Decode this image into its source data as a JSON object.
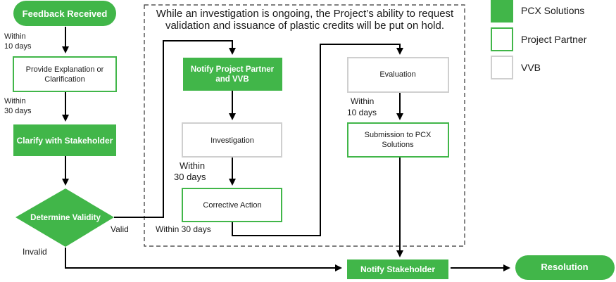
{
  "colors": {
    "pcx_fill": "#41b649",
    "partner_stroke": "#41b649",
    "vvb_stroke": "#cfcfcf",
    "arrow": "#000000",
    "text_on_green": "#ffffff",
    "text_dark": "#1a1a1a"
  },
  "note": {
    "line1": "While an investigation is ongoing, the Project’s ability to request",
    "line2": "validation and issuance of plastic credits will be put on hold."
  },
  "legend": {
    "pcx": "PCX Solutions",
    "partner": "Project Partner",
    "vvb": "VVB"
  },
  "nodes": {
    "feedback_received": "Feedback Received",
    "provide_explanation_1": "Provide Explanation or",
    "provide_explanation_2": "Clarification",
    "clarify_with_stakeholder": "Clarify with Stakeholder",
    "determine_validity": "Determine Validity",
    "notify_partner_vvb_1": "Notify Project Partner",
    "notify_partner_vvb_2": "and VVB",
    "investigation": "Investigation",
    "corrective_action": "Corrective Action",
    "evaluation": "Evaluation",
    "submission_1": "Submission to PCX",
    "submission_2": "Solutions",
    "notify_stakeholder": "Notify Stakeholder",
    "resolution": "Resolution"
  },
  "edge_labels": {
    "within_10_days_a_1": "Within",
    "within_10_days_a_2": "10 days",
    "within_30_days_a_1": "Within",
    "within_30_days_a_2": "30 days",
    "valid": "Valid",
    "invalid": "Invalid",
    "within_30_days_b_1": "Within",
    "within_30_days_b_2": "30 days",
    "within_30_days_c": "Within 30 days",
    "within_10_days_b_1": "Within",
    "within_10_days_b_2": "10 days"
  }
}
